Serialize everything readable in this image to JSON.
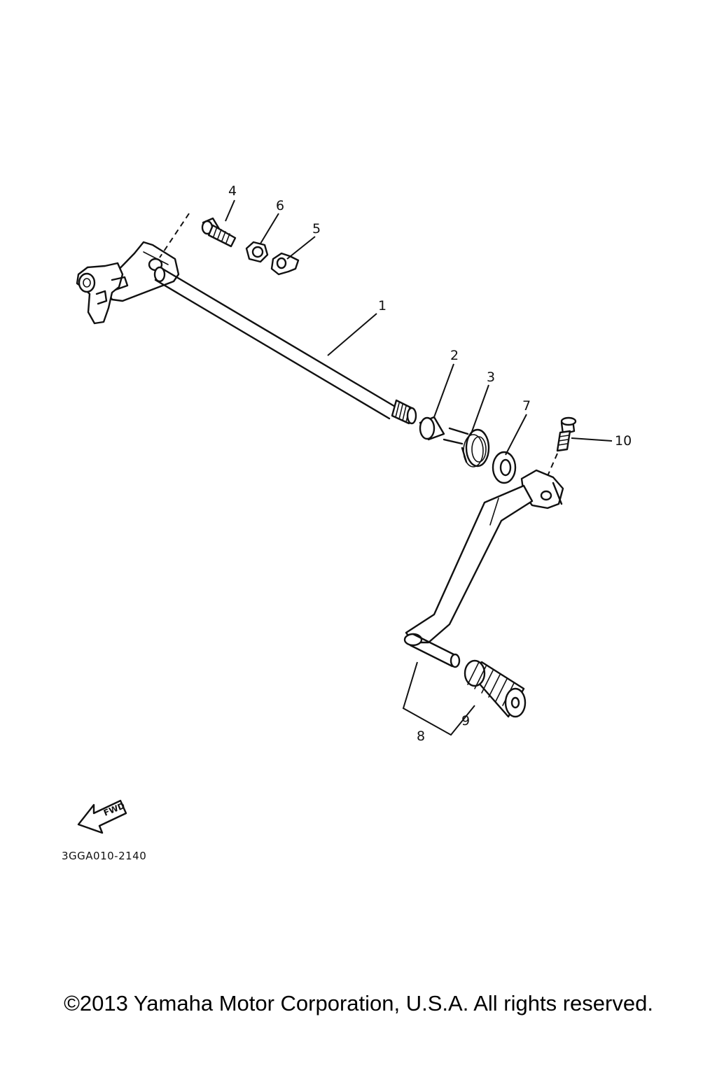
{
  "diagram": {
    "callouts": [
      "1",
      "2",
      "3",
      "4",
      "5",
      "6",
      "7",
      "8",
      "9",
      "10"
    ],
    "drawing_code": "3GGA010-2140",
    "fwd_label": "FWD"
  },
  "footer": {
    "copyright": "©2013 Yamaha Motor Corporation, U.S.A. All rights reserved."
  }
}
